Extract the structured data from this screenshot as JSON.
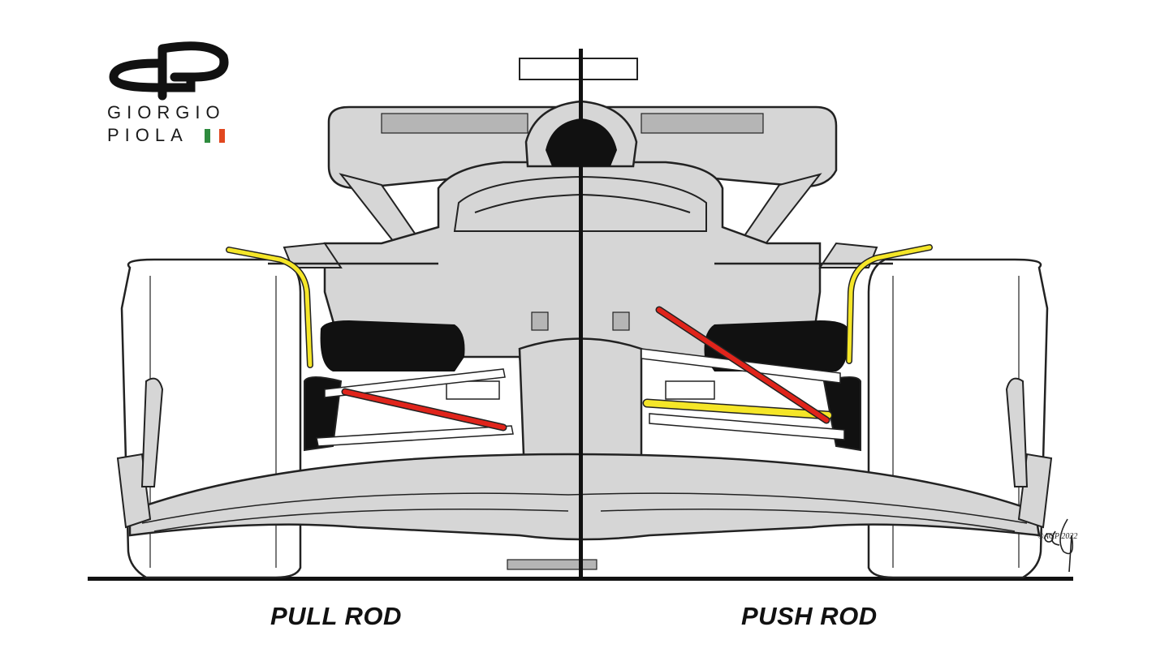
{
  "brand": {
    "line1": "GIORGIO",
    "line2": "PIOLA",
    "flag_colors": [
      "#2e8b3e",
      "#ffffff",
      "#e1471f"
    ]
  },
  "captions": {
    "left": "PULL ROD",
    "right": "PUSH ROD"
  },
  "signature": {
    "text": "©AGP 2022"
  },
  "colors": {
    "body": "#d6d6d6",
    "body_dark": "#b5b5b5",
    "outline": "#222222",
    "pullrod": "#e0241b",
    "pushrod": "#e0241b",
    "highlight": "#f5e628"
  }
}
